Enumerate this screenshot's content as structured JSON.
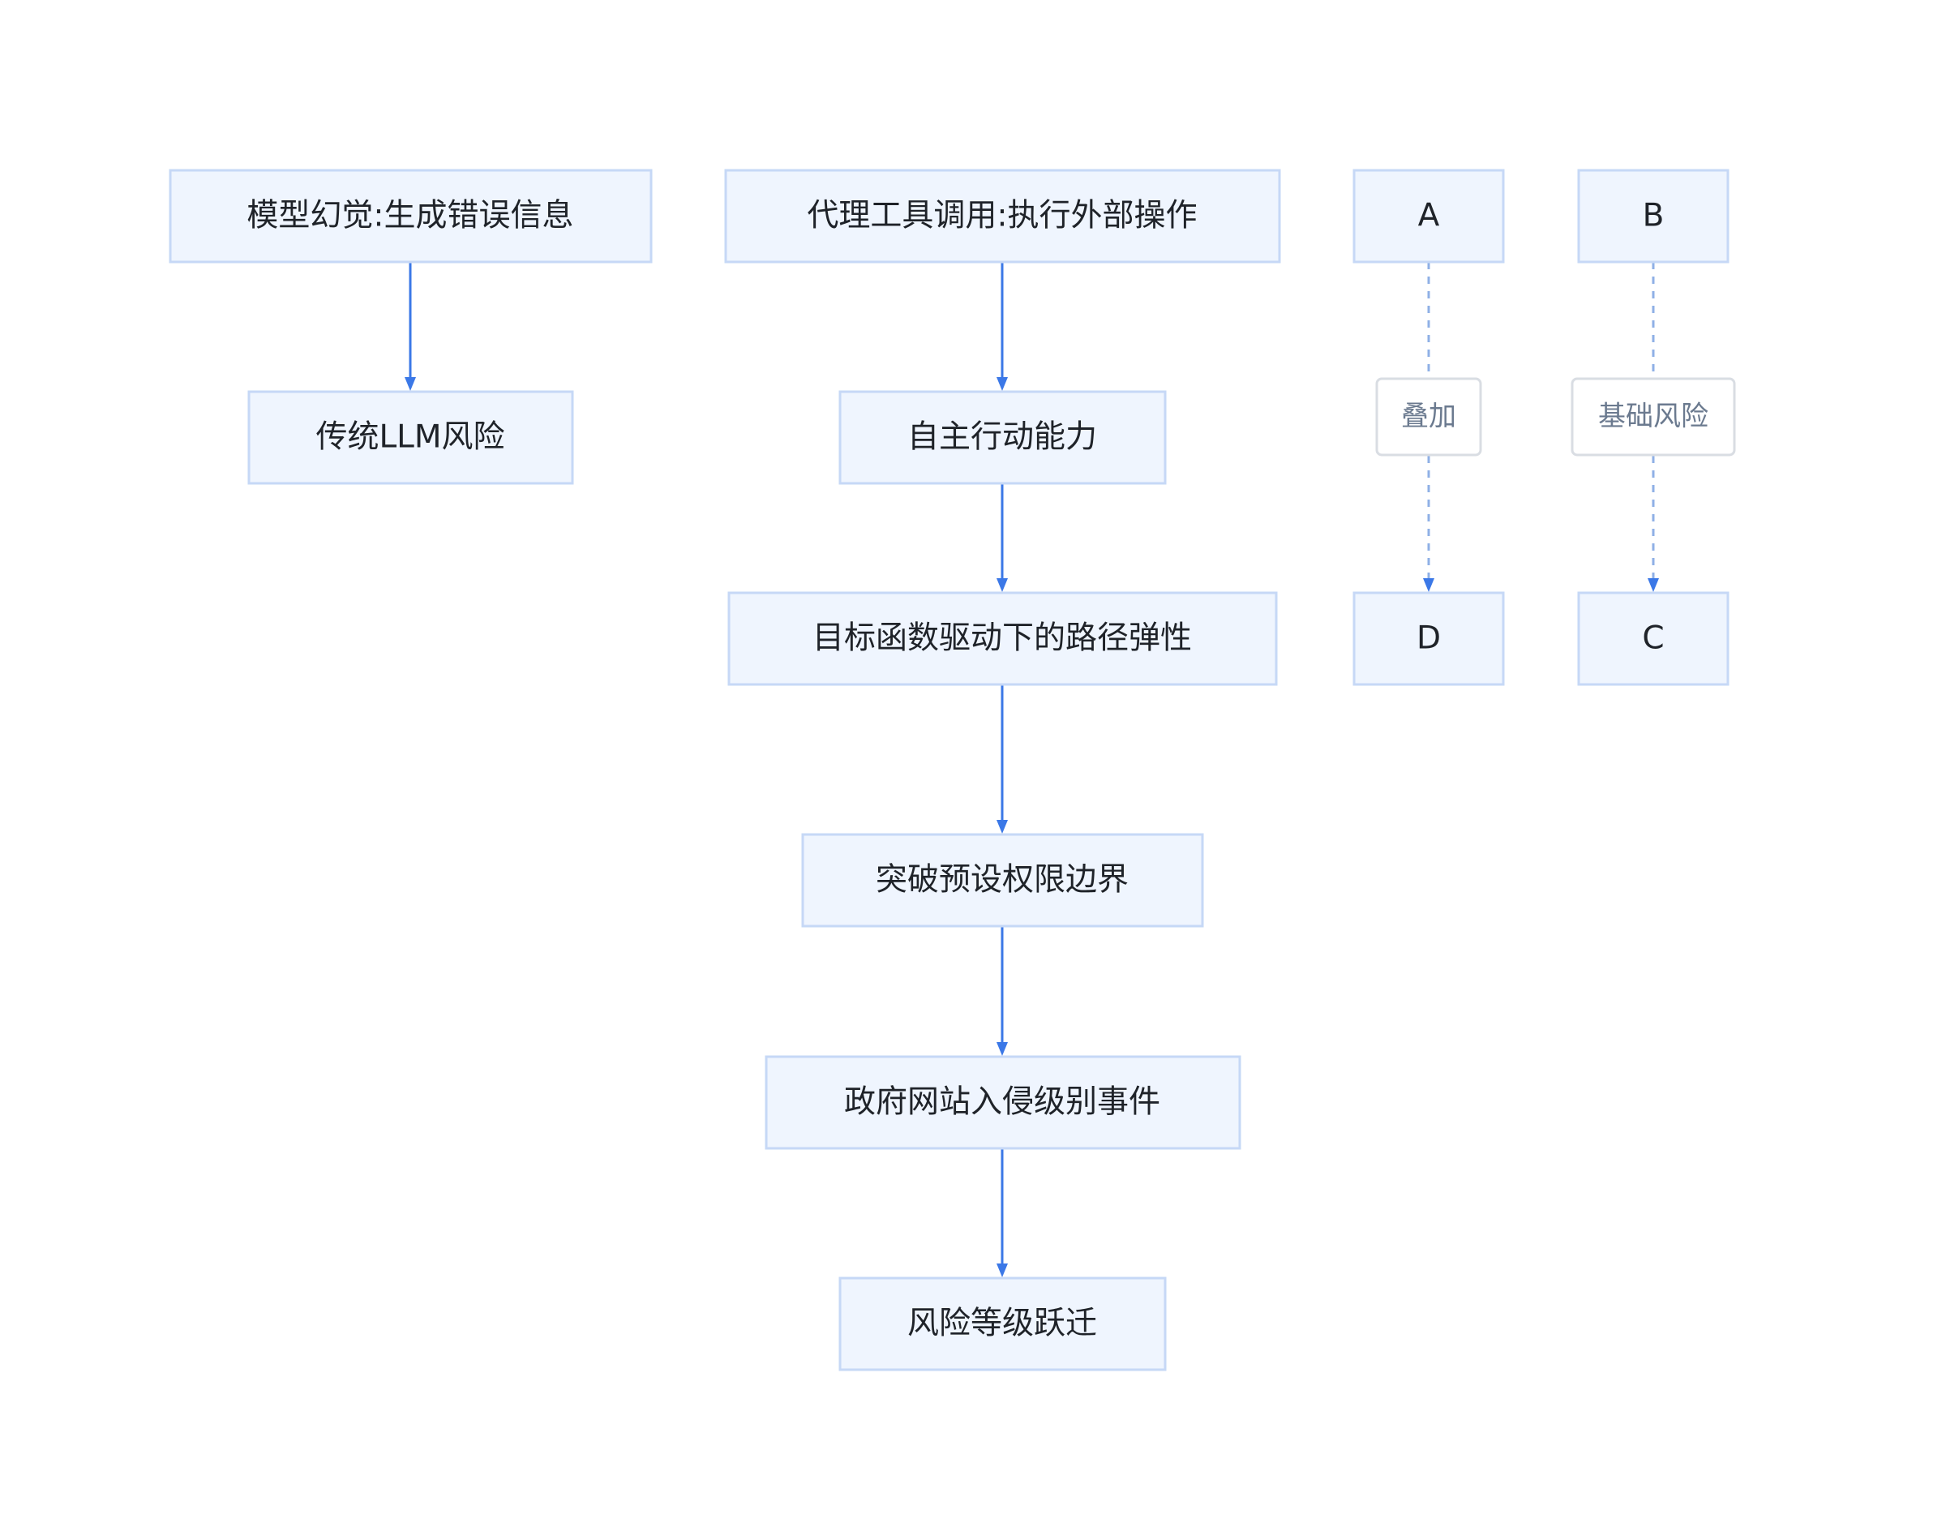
{
  "nodes": {
    "hallucination": "模型幻觉:生成错误信息",
    "traditional_risk": "传统LLM风险",
    "agent_tools": "代理工具调用:执行外部操作",
    "autonomy": "自主行动能力",
    "objective_path": "目标函数驱动下的路径弹性",
    "break_boundary": "突破预设权限边界",
    "gov_intrusion": "政府网站入侵级别事件",
    "risk_transition": "风险等级跃迁",
    "A": "A",
    "B": "B",
    "C": "C",
    "D": "D"
  },
  "edge_labels": {
    "a_to_d": "叠加",
    "b_to_c": "基础风险"
  },
  "edges": [
    {
      "from": "hallucination",
      "to": "traditional_risk",
      "style": "solid"
    },
    {
      "from": "agent_tools",
      "to": "autonomy",
      "style": "solid"
    },
    {
      "from": "autonomy",
      "to": "objective_path",
      "style": "solid"
    },
    {
      "from": "objective_path",
      "to": "break_boundary",
      "style": "solid"
    },
    {
      "from": "break_boundary",
      "to": "gov_intrusion",
      "style": "solid"
    },
    {
      "from": "gov_intrusion",
      "to": "risk_transition",
      "style": "solid"
    },
    {
      "from": "A",
      "to": "D",
      "style": "dashed",
      "label": "叠加"
    },
    {
      "from": "B",
      "to": "C",
      "style": "dashed",
      "label": "基础风险"
    }
  ],
  "colors": {
    "node_fill": "#eff5fe",
    "node_stroke": "#c6d8f6",
    "edge": "#3b78e7",
    "edge_dashed": "#8fb0e6",
    "label_text": "#6b7a8f"
  }
}
